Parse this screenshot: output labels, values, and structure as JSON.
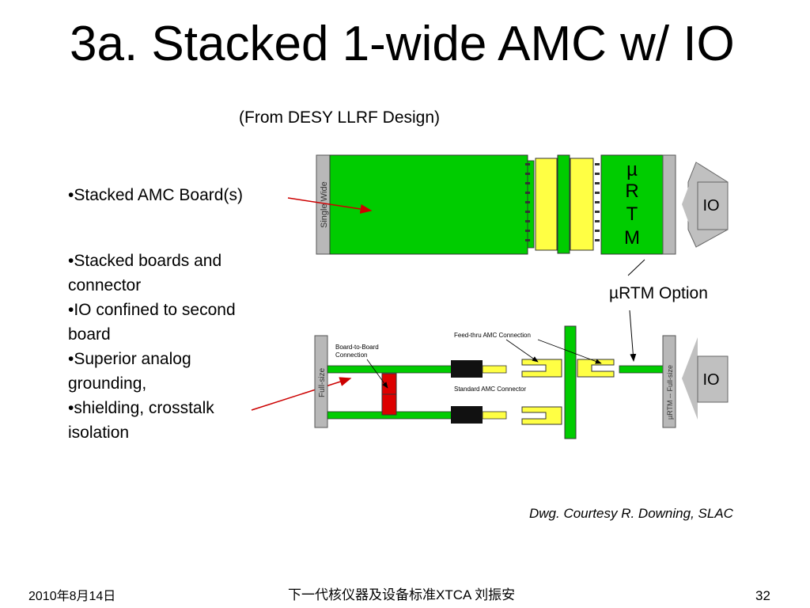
{
  "slide": {
    "title": "3a. Stacked 1-wide AMC w/ IO",
    "subtitle": "(From DESY LLRF Design)",
    "bullets_top": [
      "•Stacked AMC Board(s)"
    ],
    "bullets": [
      "•Stacked boards and connector",
      "•IO confined to second board",
      "•Superior analog grounding,",
      "•shielding, crosstalk isolation"
    ],
    "urtm_option": "µRTM Option",
    "courtesy": "Dwg. Courtesy R. Downing, SLAC"
  },
  "diagram_top": {
    "side_label": "Single Wide",
    "urtm_letters": [
      "µ",
      "R",
      "T",
      "M"
    ],
    "io_label": "IO"
  },
  "diagram_bottom": {
    "left_label": "Full-size",
    "right_label": "µRTM -- Full-size",
    "board_to_board": [
      "Board-to-Board",
      "Connection"
    ],
    "feed_thru": "Feed-thru AMC Connection",
    "standard_conn": "Standard AMC Connector",
    "io_label": "IO"
  },
  "colors": {
    "board_green": "#00cc00",
    "connector_yellow": "#ffff44",
    "gray": "#b0b0b0",
    "arrow_red": "#cc0000",
    "b2b_red": "#dd0000"
  },
  "footer": {
    "date": "2010年8月14日",
    "center": "下一代核仪器及设备标准XTCA  刘振安",
    "page": "32"
  }
}
